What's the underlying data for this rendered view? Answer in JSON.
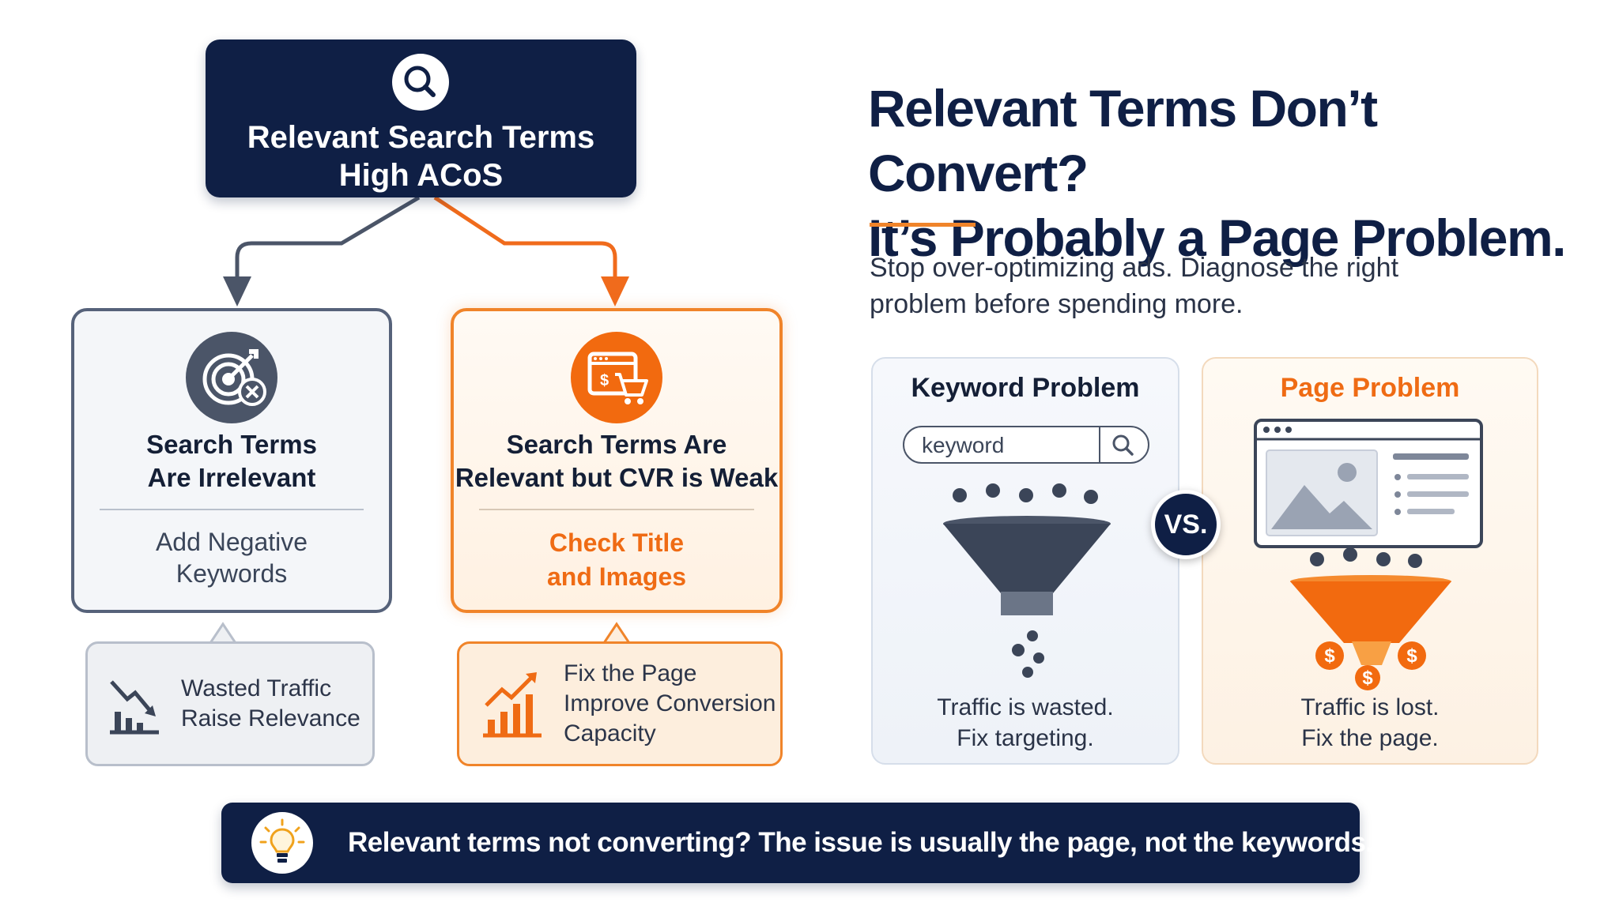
{
  "colors": {
    "navy": "#0f1f45",
    "orange": "#f0842a",
    "slate": "#4b5568"
  },
  "flow": {
    "top_box": {
      "icon": "search-icon",
      "title": "Relevant Search Terms\nHigh ACoS"
    },
    "left_branch": {
      "icon": "target-miss-icon",
      "heading": "Search Terms\nAre Irrelevant",
      "action": "Add Negative\nKeywords",
      "note_icon": "chart-down-icon",
      "note_lines": [
        "Wasted Traffic",
        "Raise Relevance"
      ]
    },
    "right_branch": {
      "icon": "web-cart-icon",
      "heading": "Search Terms Are\nRelevant but CVR is Weak",
      "action": "Check Title\nand Images",
      "note_icon": "chart-up-icon",
      "note_lines": [
        "Fix the Page",
        "Improve Conversion",
        "Capacity"
      ]
    }
  },
  "headline": {
    "title": "Relevant Terms Don’t Convert?\nIt’s Probably a Page Problem.",
    "subtitle": "Stop over-optimizing ads. Diagnose the right problem before spending more."
  },
  "comparison": {
    "keyword_panel": {
      "title": "Keyword Problem",
      "search_value": "keyword",
      "caption": "Traffic is wasted.\nFix targeting."
    },
    "vs_label": "VS.",
    "page_panel": {
      "title": "Page Problem",
      "caption": "Traffic is lost.\nFix the page."
    }
  },
  "banner": {
    "icon": "lightbulb-icon",
    "text": "Relevant terms not converting? The issue is usually the page, not the keywords."
  }
}
